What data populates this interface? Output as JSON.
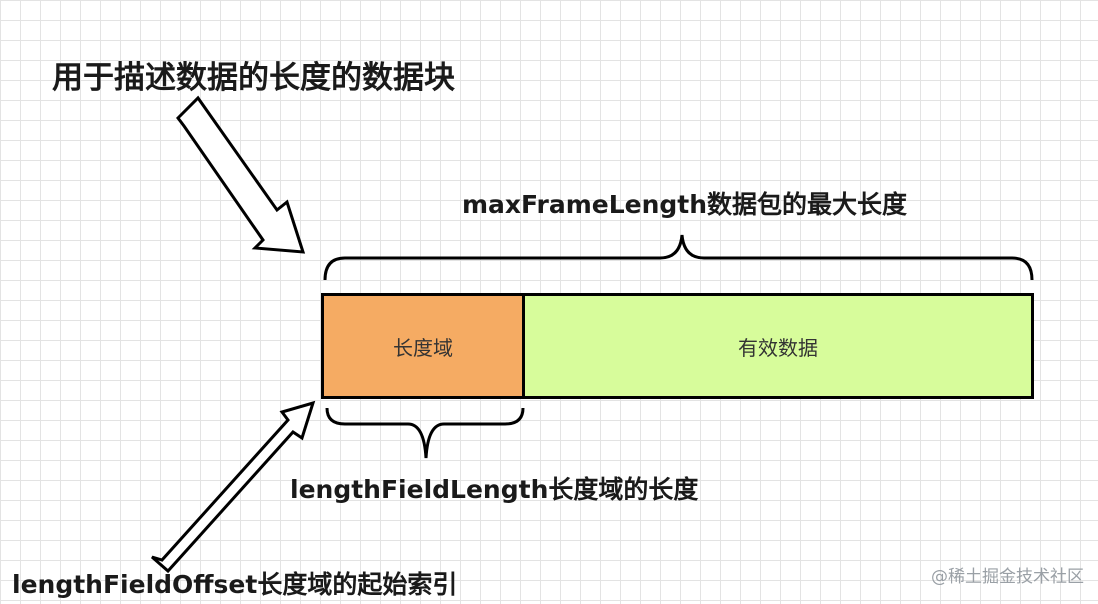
{
  "title": "用于描述数据的长度的数据块",
  "labels": {
    "max_frame_length": "maxFrameLength数据包的最大长度",
    "length_field_length": "lengthFieldLength长度域的长度",
    "length_field_offset": "lengthFieldOffset长度域的起始索引"
  },
  "segments": {
    "length_field": "长度域",
    "payload": "有效数据"
  },
  "watermark": "@稀土掘金技术社区",
  "colors": {
    "length_field_fill": "#f5ab63",
    "payload_fill": "#d7fc9b",
    "grid": "#e3e3e3"
  }
}
